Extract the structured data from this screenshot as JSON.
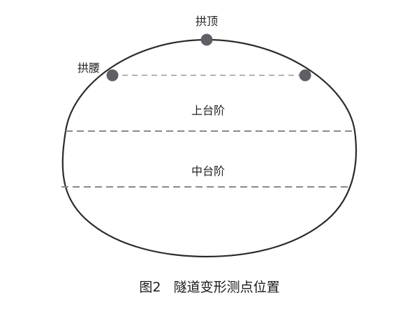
{
  "diagram": {
    "labels": {
      "crown": "拱顶",
      "haunch": "拱腰",
      "upper_bench": "上台阶",
      "middle_bench": "中台阶"
    },
    "caption": "图2   隧道变形测点位置",
    "colors": {
      "outline": "#2b2b2b",
      "dashed_line": "#9a9a9a",
      "point": "#5f5f66"
    }
  }
}
